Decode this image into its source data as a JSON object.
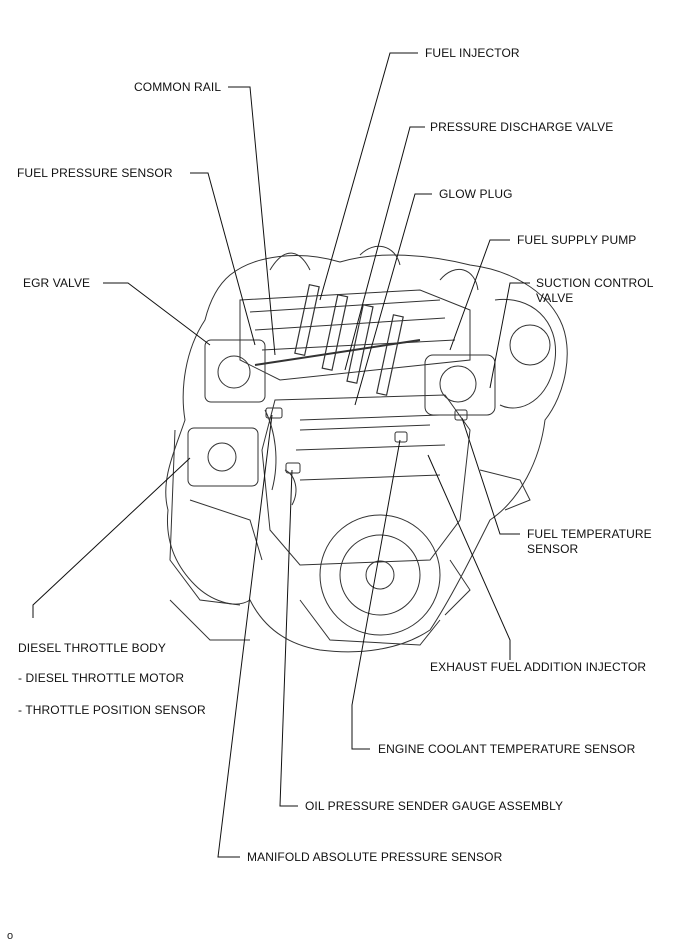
{
  "labels": {
    "fuel_injector": "FUEL INJECTOR",
    "common_rail": "COMMON RAIL",
    "pressure_discharge_valve": "PRESSURE DISCHARGE VALVE",
    "fuel_pressure_sensor": "FUEL PRESSURE SENSOR",
    "glow_plug": "GLOW PLUG",
    "fuel_supply_pump": "FUEL SUPPLY PUMP",
    "egr_valve": "EGR VALVE",
    "suction_control_valve_1": "SUCTION CONTROL",
    "suction_control_valve_2": "VALVE",
    "fuel_temperature_sensor_1": "FUEL TEMPERATURE",
    "fuel_temperature_sensor_2": "SENSOR",
    "diesel_throttle_body": "DIESEL THROTTLE BODY",
    "diesel_throttle_motor": "- DIESEL THROTTLE MOTOR",
    "throttle_position_sensor": "- THROTTLE POSITION SENSOR",
    "exhaust_fuel_addition_injector": "EXHAUST FUEL ADDITION INJECTOR",
    "engine_coolant_temperature_sensor": "ENGINE COOLANT TEMPERATURE SENSOR",
    "oil_pressure_sender_gauge_assembly": "OIL PRESSURE SENDER GAUGE ASSEMBLY",
    "manifold_absolute_pressure_sensor": "MANIFOLD ABSOLUTE PRESSURE SENSOR"
  },
  "corner_mark": "o"
}
